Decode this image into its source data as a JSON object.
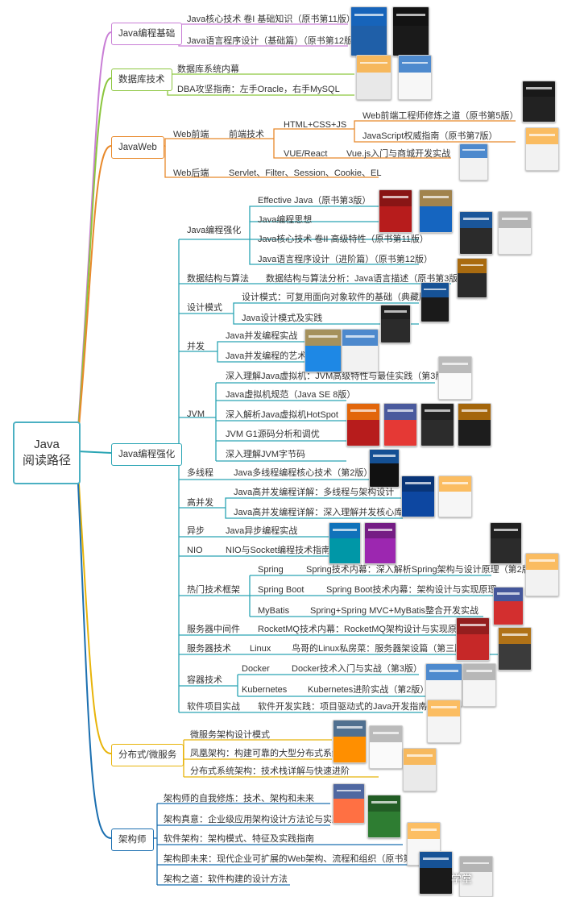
{
  "root": {
    "line1": "Java",
    "line2": "阅读路径"
  },
  "branches": {
    "basics": {
      "label": "Java编程基础",
      "items": [
        "Java核心技术 卷I 基础知识（原书第11版）",
        "Java语言程序设计（基础篇）（原书第12版）"
      ]
    },
    "database": {
      "label": "数据库技术",
      "items": [
        "数据库系统内幕",
        "DBA攻坚指南：左手Oracle，右手MySQL"
      ]
    },
    "javaweb": {
      "label": "JavaWeb",
      "frontend": "Web前端",
      "frontend_tech": "前端技术",
      "html_css_js": "HTML+CSS+JS",
      "book_web": "Web前端工程师修炼之道（原书第5版）",
      "book_js": "JavaScript权威指南（原书第7版）",
      "vue_react": "VUE/React",
      "book_vue": "Vue.js入门与商城开发实战",
      "backend": "Web后端",
      "backend_items": "Servlet、Filter、Session、Cookie、EL"
    },
    "advanced": {
      "label": "Java编程强化",
      "prog_label": "Java编程强化",
      "prog_items": [
        "Effective Java（原书第3版）",
        "Java编程思想",
        "Java核心技术 卷II 高级特性（原书第11版）",
        "Java语言程序设计（进阶篇）（原书第12版）"
      ],
      "ds_label": "数据结构与算法",
      "ds_item": "数据结构与算法分析：Java语言描述（原书第3版）",
      "dp_label": "设计模式",
      "dp_items": [
        "设计模式：可复用面向对象软件的基础（典藏版）",
        "Java设计模式及实践"
      ],
      "conc_label": "并发",
      "conc_items": [
        "Java并发编程实战",
        "Java并发编程的艺术"
      ],
      "jvm_label": "JVM",
      "jvm_items": [
        "深入理解Java虚拟机：JVM高级特性与最佳实践（第3版）",
        "Java虚拟机规范（Java SE 8版）",
        "深入解析Java虚拟机HotSpot",
        "JVM G1源码分析和调优",
        "深入理解JVM字节码"
      ],
      "mt_label": "多线程",
      "mt_item": "Java多线程编程核心技术（第2版）",
      "hc_label": "高并发",
      "hc_items": [
        "Java高并发编程详解：多线程与架构设计",
        "Java高并发编程详解：深入理解并发核心库"
      ],
      "async_label": "异步",
      "async_item": "Java异步编程实战",
      "nio_label": "NIO",
      "nio_item": "NIO与Socket编程技术指南",
      "fw_label": "热门技术框架",
      "fw_rows": [
        {
          "name": "Spring",
          "book": "Spring技术内幕：深入解析Spring架构与设计原理（第2版）"
        },
        {
          "name": "Spring Boot",
          "book": "Spring Boot技术内幕：架构设计与实现原理"
        },
        {
          "name": "MyBatis",
          "book": "Spring+Spring MVC+MyBatis整合开发实战"
        }
      ],
      "mw_label": "服务器中间件",
      "mw_item": "RocketMQ技术内幕：RocketMQ架构设计与实现原理",
      "srv_label": "服务器技术",
      "srv_name": "Linux",
      "srv_book": "鸟哥的Linux私房菜：服务器架设篇（第三版）",
      "ct_label": "容器技术",
      "ct_rows": [
        {
          "name": "Docker",
          "book": "Docker技术入门与实战（第3版）"
        },
        {
          "name": "Kubernetes",
          "book": "Kubernetes进阶实战（第2版）"
        }
      ],
      "proj_label": "软件项目实战",
      "proj_item": "软件开发实践：项目驱动式的Java开发指南"
    },
    "distributed": {
      "label": "分布式/微服务",
      "items": [
        "微服务架构设计模式",
        "凤凰架构：构建可靠的大型分布式系统",
        "分布式系统架构：技术栈详解与快速进阶"
      ]
    },
    "architect": {
      "label": "架构师",
      "items": [
        "架构师的自我修炼：技术、架构和未来",
        "架构真意：企业级应用架构设计方法论与实践",
        "软件架构：架构模式、特征及实践指南",
        "架构即未来：现代企业可扩展的Web架构、流程和组织（原书第2版）",
        "架构之道：软件构建的设计方法"
      ]
    }
  },
  "colors": {
    "basics": "#c97fd6",
    "database": "#8cc63f",
    "javaweb": "#e8892b",
    "advanced": "#2aa5b4",
    "distributed": "#e8b40a",
    "architect": "#1b6fb0",
    "root": "#4bb0c2"
  },
  "book_cover_colors": [
    "#1f5fa8",
    "#1a1a1a",
    "#e8e8e8",
    "#f7f7f7",
    "#222222",
    "#f2f2f2",
    "#f2f2f2",
    "#b71c1c",
    "#1565c0",
    "#2b2b2b",
    "#f1f1f1",
    "#2a2a2a",
    "#1a1a1a",
    "#2b2b2b",
    "#1e88e5",
    "#f2f2f2",
    "#fafafa",
    "#b71c1c",
    "#e53935",
    "#2c2c2c",
    "#1d1d1d",
    "#111111",
    "#0d47a1",
    "#f6f6f6",
    "#0097a7",
    "#9c27b0"
  ],
  "watermark": "学堂"
}
